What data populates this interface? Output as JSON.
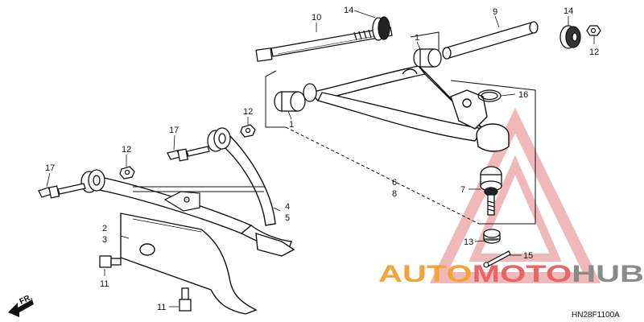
{
  "callouts": {
    "c1a": "1",
    "c1b": "1",
    "c2": "2",
    "c3": "3",
    "c4": "4",
    "c5": "5",
    "c6": "6",
    "c7": "7",
    "c8": "8",
    "c9": "9",
    "c10": "10",
    "c11a": "11",
    "c11b": "11",
    "c12a": "12",
    "c12b": "12",
    "c12c": "12",
    "c13": "13",
    "c14a": "14",
    "c14b": "14",
    "c15": "15",
    "c16": "16",
    "c17a": "17",
    "c17b": "17"
  },
  "front_marker": "FR.",
  "diagram_code": "HN28F1100A",
  "watermark": {
    "part1": "AUTO",
    "part2": "MOTO",
    "part3": "HUB",
    "color_orange": "#f4a23a",
    "color_red": "#e03a3a",
    "color_gray": "#8a8a8a"
  }
}
